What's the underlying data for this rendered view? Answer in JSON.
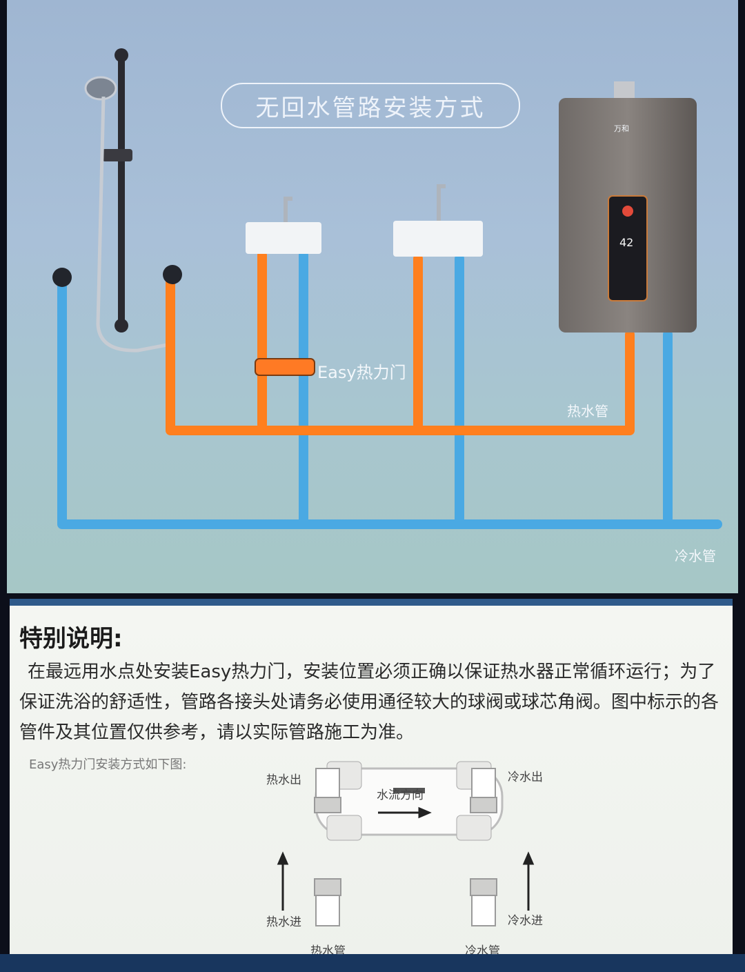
{
  "top": {
    "title": "无回水管路安装方式",
    "valve_label": "Easy热力门",
    "hot_pipe_label": "热水管",
    "cold_pipe_label": "冷水管",
    "heater_display": "42",
    "heater_brand": "万和"
  },
  "note": {
    "title": "特别说明:",
    "body": "在最远用水点处安装Easy热力门，安装位置必须正确以保证热水器正常循环运行；为了保证洗浴的舒适性，管路各接头处请务必使用通径较大的球阀或球芯角阀。图中标示的各管件及其位置仅供参考，请以实际管路施工为准。",
    "sub_caption": "Easy热力门安装方式如下图:",
    "labels": {
      "hot_out": "热水出",
      "cold_out": "冷水出",
      "flow_dir": "水流方向",
      "hot_in": "热水进",
      "cold_in": "冷水进",
      "hot_pipe": "热水管",
      "cold_pipe": "冷水管"
    }
  },
  "colors": {
    "hot_pipe": "#ff7f1e",
    "cold_pipe": "#4aa9e3"
  }
}
